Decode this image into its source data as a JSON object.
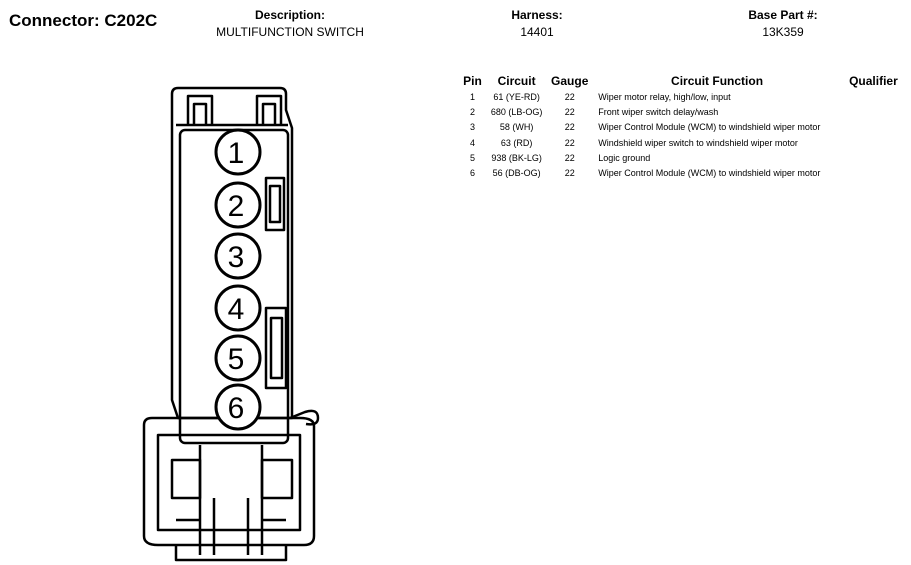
{
  "header": {
    "connector": "Connector: C202C",
    "description_label": "Description:",
    "description_value": "MULTIFUNCTION SWITCH",
    "harness_label": "Harness:",
    "harness_value": "14401",
    "base_part_label": "Base Part #:",
    "base_part_value": "13K359"
  },
  "table": {
    "columns": [
      "Pin",
      "Circuit",
      "Gauge",
      "Circuit Function",
      "Qualifier"
    ],
    "rows": [
      {
        "pin": "1",
        "circuit": "61 (YE-RD)",
        "gauge": "22",
        "function": "Wiper motor relay, high/low, input",
        "qualifier": ""
      },
      {
        "pin": "2",
        "circuit": "680 (LB-OG)",
        "gauge": "22",
        "function": "Front wiper switch delay/wash",
        "qualifier": ""
      },
      {
        "pin": "3",
        "circuit": "58 (WH)",
        "gauge": "22",
        "function": "Wiper Control Module (WCM) to windshield wiper motor",
        "qualifier": ""
      },
      {
        "pin": "4",
        "circuit": "63 (RD)",
        "gauge": "22",
        "function": "Windshield wiper switch to windshield wiper motor",
        "qualifier": ""
      },
      {
        "pin": "5",
        "circuit": "938 (BK-LG)",
        "gauge": "22",
        "function": "Logic ground",
        "qualifier": ""
      },
      {
        "pin": "6",
        "circuit": "56 (DB-OG)",
        "gauge": "22",
        "function": "Wiper Control Module (WCM) to windshield wiper motor",
        "qualifier": ""
      }
    ]
  },
  "diagram": {
    "pin_labels": [
      "1",
      "2",
      "3",
      "4",
      "5",
      "6"
    ]
  }
}
